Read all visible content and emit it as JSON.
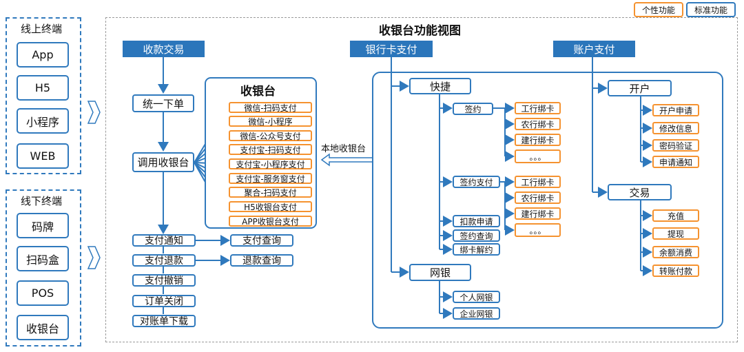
{
  "legend": {
    "custom": "个性功能",
    "standard": "标准功能"
  },
  "title": "收银台功能视图",
  "online": {
    "title": "线上终端",
    "items": [
      "App",
      "H5",
      "小程序",
      "WEB"
    ]
  },
  "offline": {
    "title": "线下终端",
    "items": [
      "码牌",
      "扫码盒",
      "POS",
      "收银台"
    ]
  },
  "trade": {
    "header": "收款交易",
    "unified_order": "统一下单",
    "call_cashier": "调用收银台",
    "notify": "支付通知",
    "refund": "支付退款",
    "cancel": "支付撤销",
    "close": "订单关闭",
    "reconcile": "对账单下载",
    "pay_query": "支付查询",
    "refund_query": "退款查询"
  },
  "cashier": {
    "title": "收银台",
    "items": [
      "微信-扫码支付",
      "微信-小程序",
      "微信-公众号支付",
      "支付宝-扫码支付",
      "支付宝-小程序支付",
      "支付宝-服务窗支付",
      "聚合-扫码支付",
      "H5收银台支付",
      "APP收银台支付"
    ]
  },
  "local_cashier": "本地收银台",
  "bankcard": {
    "header": "银行卡支付",
    "quick": "快捷",
    "sign": "签约",
    "sign_banks": [
      "工行绑卡",
      "农行绑卡",
      "建行绑卡",
      "。。。"
    ],
    "sign_pay": "签约支付",
    "sign_pay_banks": [
      "工行绑卡",
      "农行绑卡",
      "建行绑卡",
      "。。。"
    ],
    "debit_apply": "扣款申请",
    "sign_query": "签约查询",
    "unbind": "绑卡解约",
    "netbank": "网银",
    "personal": "个人网银",
    "enterprise": "企业网银"
  },
  "account": {
    "header": "账户支付",
    "open": "开户",
    "open_items": [
      "开户申请",
      "修改信息",
      "密码验证",
      "申请通知"
    ],
    "trade": "交易",
    "trade_items": [
      "充值",
      "提现",
      "余额消费",
      "转账付款"
    ]
  },
  "colors": {
    "blue": "#2f79bd",
    "orange": "#f5922f",
    "header_bg": "#2b76bb"
  }
}
